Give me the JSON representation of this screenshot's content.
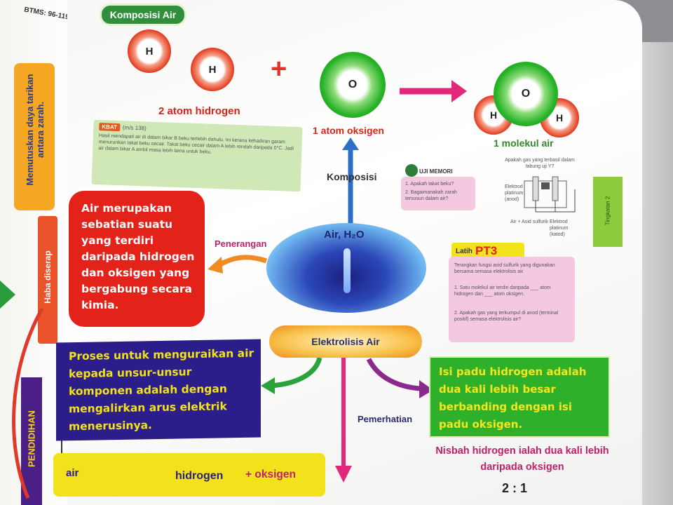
{
  "left_page": {
    "code": "BTMS: 96-119",
    "memutuskan": "Memutuskan daya tarikan antara zarah.",
    "haba": "Haba diserap",
    "pendidihan": "PENDIDIHAN"
  },
  "header": {
    "title": "Komposisi Air"
  },
  "atoms": {
    "h_symbol": "H",
    "o_symbol": "O",
    "plus": "+",
    "label_hydrogen": "2 atom hidrogen",
    "label_oxygen": "1 atom oksigen",
    "label_molecule": "1 molekul air"
  },
  "kbat": {
    "tag": "KBAT",
    "ref": "(m/s 138)",
    "body": "Hasil mendapati air di dalam bikar B beku terlebih dahulu. Ini kerana kehadiran garam menurunkan takat beku cecair. Takat beku cecair dalam A lebih rendah daripada 0°C. Jadi air dalam bikar A ambil masa lebih lama untuk beku."
  },
  "center": {
    "title": "Air, H₂O",
    "komposisi": "Komposisi",
    "penerangan": "Penerangan",
    "elektrolisis": "Elektrolisis Air",
    "pemerhatian": "Pemerhatian"
  },
  "boxes": {
    "definition": "Air merupakan sebatian suatu yang terdiri daripada hidrogen dan oksigen yang bergabung secara kimia.",
    "process": "Proses untuk menguraikan air kepada unsur-unsur komponen adalah dengan mengalirkan arus elektrik menerusinya.",
    "observation": "Isi padu hidrogen adalah dua kali lebih besar berbanding dengan isi padu oksigen.",
    "ratio_text": "Nisbah hidrogen ialah dua kali lebih daripada oksigen",
    "ratio": "2 : 1"
  },
  "equation": {
    "air": "air",
    "hidrogen": "hidrogen",
    "plus_oksigen": "+ oksigen"
  },
  "uji_memori": {
    "title": "UJI MEMORI",
    "q1": "1. Apakah takat beku?",
    "q2": "2. Bagaimanakah zarah tersusun dalam air?"
  },
  "apparatus": {
    "question": "Apakah gas yang terbasil dalam tabung uji Y?",
    "label_left": "Elektrod platinum (anod)",
    "label_right": "Elektrod platinum (katod)",
    "label_bottom": "Air + Asid sulfurik",
    "side_tab": "Tingkatan 2"
  },
  "latih": {
    "title_small": "Latih",
    "title_big": "PT3",
    "intro": "Terangkan fungsi asid sulfurik yang digunakan bersama semasa elektrolisis air.",
    "q1": "1. Satu molekul air terdiri daripada ___ atom hidrogen dan ___ atom oksigen.",
    "q2": "2. Apakah gas yang terkumpul di anod (terminal positif) semasa elektrolisis air?"
  },
  "colors": {
    "header_green": "#2f8f3a",
    "red": "#e32219",
    "navy": "#2b1d8a",
    "green_box": "#2fb02b",
    "magenta": "#e2287a",
    "yellow": "#f2e21c",
    "orange": "#f07d1e"
  }
}
